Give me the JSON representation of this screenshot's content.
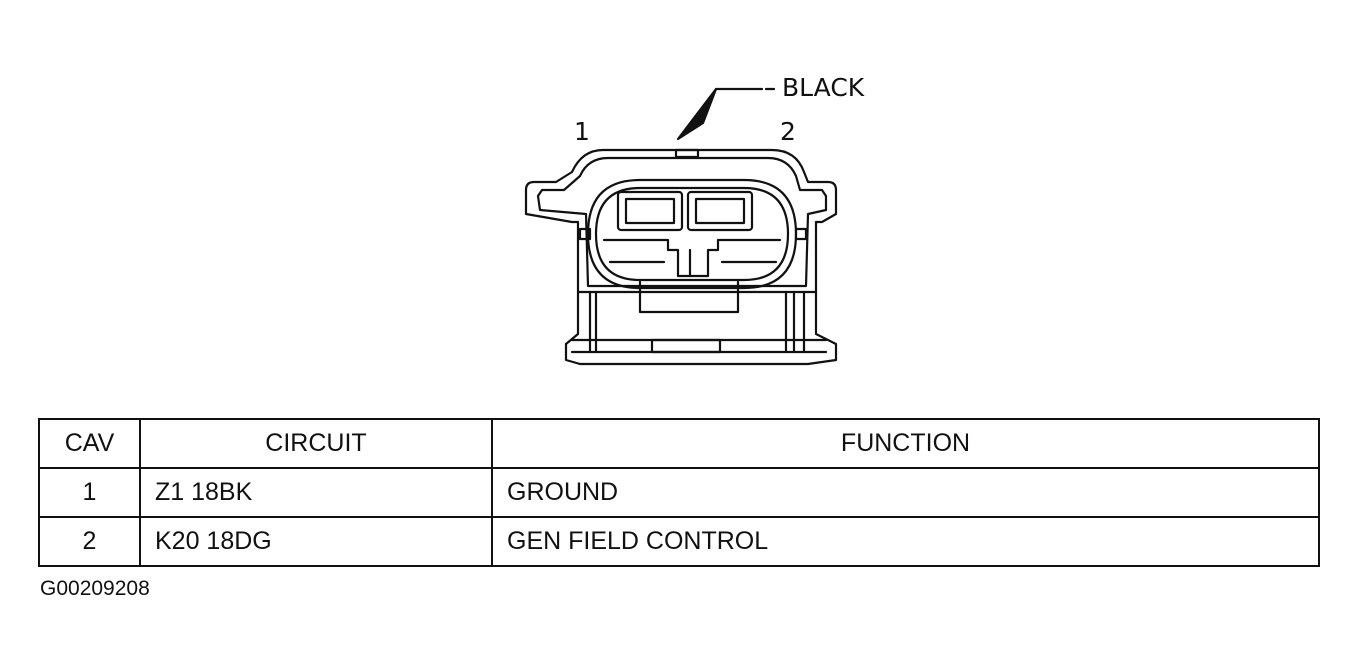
{
  "diagram": {
    "wire_color_label": "BLACK",
    "pin_1_label": "1",
    "pin_2_label": "2"
  },
  "table": {
    "headers": {
      "cav": "CAV",
      "circuit": "CIRCUIT",
      "function": "FUNCTION"
    },
    "rows": [
      {
        "cav": "1",
        "circuit": "Z1 18BK",
        "function": "GROUND"
      },
      {
        "cav": "2",
        "circuit": "K20 18DG",
        "function": "GEN FIELD CONTROL"
      }
    ]
  },
  "figure_id": "G00209208"
}
